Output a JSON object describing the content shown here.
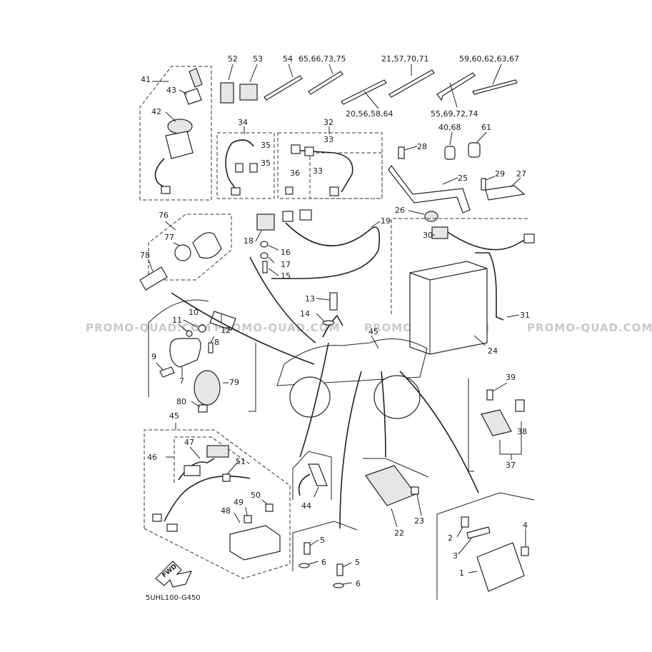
{
  "diagram_code": "5UHL100-G450",
  "watermark": "PROMO-QUAD.COM",
  "fwd_label": "FWD",
  "callouts": {
    "c1": "1",
    "c2": "2",
    "c3": "3",
    "c4": "4",
    "c5a": "5",
    "c5b": "5",
    "c6a": "6",
    "c6b": "6",
    "c7": "7",
    "c8": "8",
    "c9": "9",
    "c10": "10",
    "c11": "11",
    "c12": "12",
    "c13": "13",
    "c14": "14",
    "c15": "15",
    "c16": "16",
    "c17": "17",
    "c18": "18",
    "c19": "19",
    "c20_56_58_64": "20,56,58,64",
    "c21_57_70_71": "21,57,70,71",
    "c22": "22",
    "c23": "23",
    "c24": "24",
    "c25": "25",
    "c26": "26",
    "c27": "27",
    "c28": "28",
    "c29": "29",
    "c30": "30",
    "c31": "31",
    "c32": "32",
    "c33a": "33",
    "c33b": "33",
    "c34": "34",
    "c35a": "35",
    "c35b": "35",
    "c36": "36",
    "c37": "37",
    "c38": "38",
    "c39": "39",
    "c40_68": "40,68",
    "c41": "41",
    "c42": "42",
    "c43": "43",
    "c44": "44",
    "c45a": "45",
    "c45b": "45",
    "c46": "46",
    "c47": "47",
    "c48": "48",
    "c49": "49",
    "c50": "50",
    "c51": "51",
    "c52": "52",
    "c53": "53",
    "c54": "54",
    "c55_69_72_74": "55,69,72,74",
    "c59_60_62_63_67": "59,60,62,63,67",
    "c61": "61",
    "c65_66_73_75": "65,66,73,75",
    "c76": "76",
    "c77": "77",
    "c78": "78",
    "c79": "79",
    "c80": "80"
  }
}
